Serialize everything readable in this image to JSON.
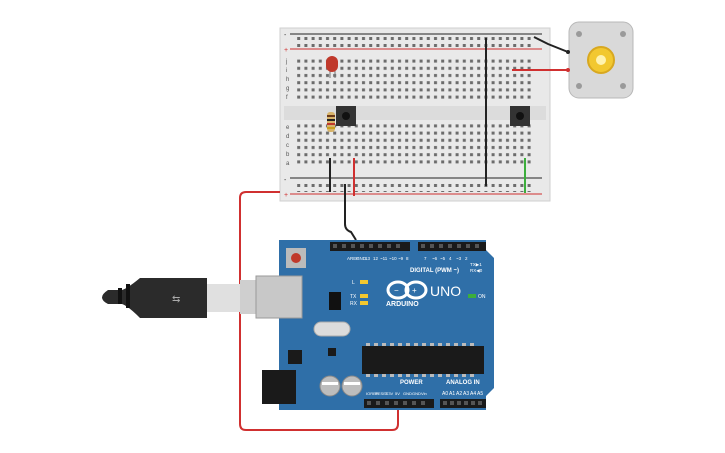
{
  "arduino": {
    "brand": "ARDUINO",
    "model": "UNO",
    "digital_label": "DIGITAL (PWM ~)",
    "power_label": "POWER",
    "analog_label": "ANALOG IN",
    "on_label": "ON",
    "tx_label": "TX",
    "rx_label": "RX",
    "l_label": "L",
    "digital_pins": [
      "AREF",
      "GND",
      "13",
      "12",
      "~11",
      "~10",
      "~9",
      "8",
      "7",
      "~6",
      "~5",
      "4",
      "~3",
      "2",
      "TX▶1",
      "RX◀0"
    ],
    "power_pins": [
      "IOREF",
      "RESET",
      "3.3V",
      "5V",
      "GND",
      "GND",
      "Vin"
    ],
    "analog_pins": [
      "A0",
      "A1",
      "A2",
      "A3",
      "A4",
      "A5"
    ]
  },
  "breadboard": {
    "row_letters_top": [
      "j",
      "i",
      "h",
      "g",
      "f"
    ],
    "row_letters_bottom": [
      "e",
      "d",
      "c",
      "b",
      "a"
    ],
    "rail_plus": "+",
    "rail_minus": "-"
  },
  "colors": {
    "board": "#2f6fa8",
    "board_dark": "#1f5485",
    "wire_red": "#d03030",
    "wire_black": "#222222",
    "wire_green": "#3cae3c",
    "led": "#c0392b",
    "motor_hub": "#f2c830"
  }
}
